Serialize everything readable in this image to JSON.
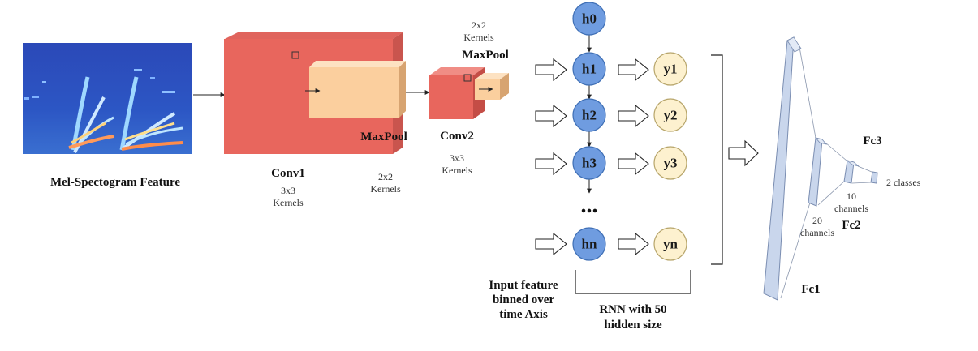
{
  "spectrogram": {
    "label": "Mel-Spectogram Feature"
  },
  "conv1": {
    "label": "Conv1",
    "kernel_line1": "3x3",
    "kernel_line2": "Kernels"
  },
  "maxpool1": {
    "label": "MaxPool",
    "kernel_line1": "2x2",
    "kernel_line2": "Kernels"
  },
  "conv2": {
    "label": "Conv2",
    "kernel_line1": "3x3",
    "kernel_line2": "Kernels"
  },
  "maxpool2": {
    "label": "MaxPool",
    "kernel_line1": "2x2",
    "kernel_line2": "Kernels"
  },
  "rnn": {
    "hidden_nodes": [
      "h0",
      "h1",
      "h2",
      "h3",
      "hn"
    ],
    "output_nodes": [
      "y1",
      "y2",
      "y3",
      "yn"
    ],
    "ellipsis": "...",
    "input_label_lines": [
      "Input feature",
      "binned over",
      "time Axis"
    ],
    "rnn_label_lines": [
      "RNN with 50",
      "hidden size"
    ]
  },
  "fc": {
    "fc1_label": "Fc1",
    "fc2_label": "Fc2",
    "fc3_label": "Fc3",
    "fc2_channels_line1": "20",
    "fc2_channels_line2": "channels",
    "fc3_channels_line1": "10",
    "fc3_channels_line2": "channels",
    "output_label": "2 classes"
  },
  "colors": {
    "conv_front": "#e8665d",
    "conv_side": "#c44d46",
    "conv_top": "#f08d85",
    "pool_front": "#fbcf9e",
    "pool_side": "#d7a471",
    "pool_top": "#fde2c2",
    "node_blue": "#6f9ce0",
    "node_blue_stroke": "#3f6fb5",
    "node_yellow": "#fdf1cf",
    "node_yellow_stroke": "#b7a56a",
    "fc_face": "#c9d6ec",
    "fc_edge": "#7a8db1"
  }
}
